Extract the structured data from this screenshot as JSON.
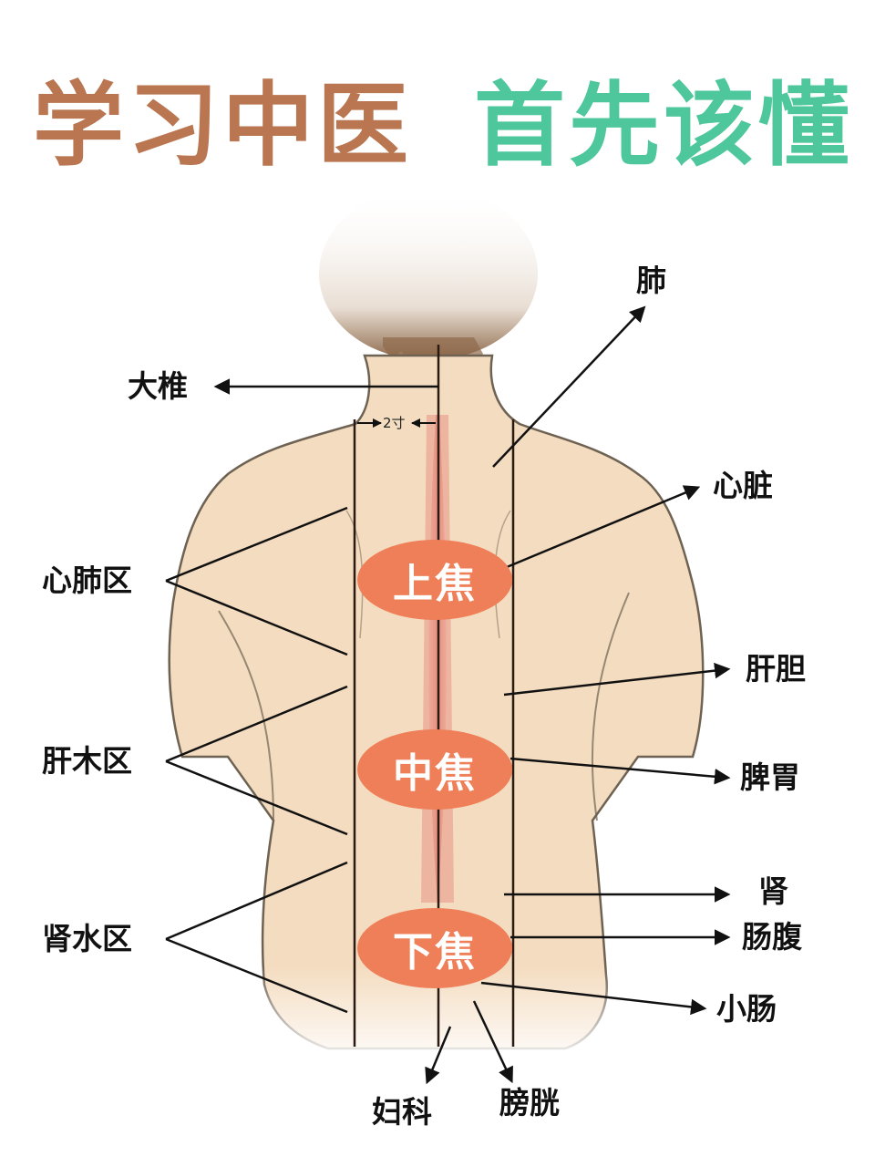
{
  "title": {
    "left": "学习中医",
    "right": "首先该懂",
    "left_color": "#b97651",
    "right_color": "#4ec79d"
  },
  "measure_label": "2寸",
  "san_jiao": [
    {
      "label": "上焦",
      "color": "#ee7f58"
    },
    {
      "label": "中焦",
      "color": "#ee7f58"
    },
    {
      "label": "下焦",
      "color": "#ee7f58"
    }
  ],
  "left_labels": {
    "dazhui": "大椎",
    "xinfei": "心肺区",
    "ganmu": "肝木区",
    "shenshui": "肾水区"
  },
  "right_labels": {
    "fei": "肺",
    "xinzang": "心脏",
    "gandan": "肝胆",
    "piwei": "脾胃",
    "shen": "肾",
    "changfu": "肠腹",
    "xiaochang": "小肠"
  },
  "bottom_labels": {
    "fuke": "妇科",
    "pangguang": "膀胱"
  },
  "colors": {
    "skin": "#f4dcc0",
    "outline": "#6e6253",
    "spine": "#e79585",
    "line": "#111111"
  }
}
